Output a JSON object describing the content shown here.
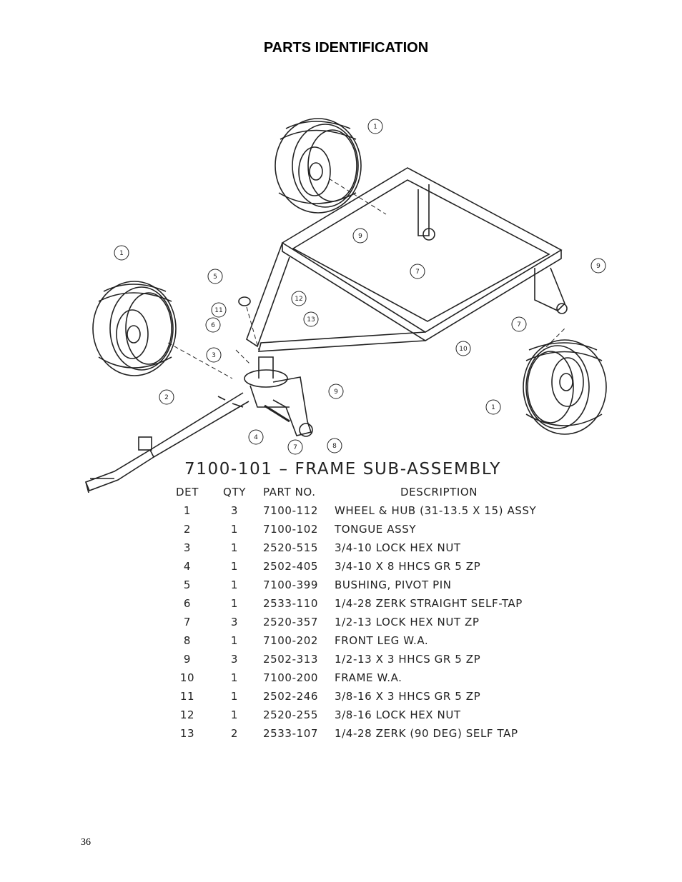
{
  "page_title": "PARTS IDENTIFICATION",
  "assembly_title": "7100-101 – FRAME SUB-ASSEMBLY",
  "table": {
    "headers": {
      "det": "DET",
      "qty": "QTY",
      "part": "PART NO.",
      "desc": "DESCRIPTION"
    },
    "rows": [
      {
        "det": "1",
        "qty": "3",
        "part": "7100-112",
        "desc": "WHEEL & HUB (31-13.5 X 15) ASSY"
      },
      {
        "det": "2",
        "qty": "1",
        "part": "7100-102",
        "desc": "TONGUE ASSY"
      },
      {
        "det": "3",
        "qty": "1",
        "part": "2520-515",
        "desc": "3/4-10 LOCK HEX NUT"
      },
      {
        "det": "4",
        "qty": "1",
        "part": "2502-405",
        "desc": "3/4-10 X 8 HHCS GR 5 ZP"
      },
      {
        "det": "5",
        "qty": "1",
        "part": "7100-399",
        "desc": "BUSHING, PIVOT PIN"
      },
      {
        "det": "6",
        "qty": "1",
        "part": "2533-110",
        "desc": "1/4-28 ZERK STRAIGHT SELF-TAP"
      },
      {
        "det": "7",
        "qty": "3",
        "part": "2520-357",
        "desc": "1/2-13 LOCK HEX NUT ZP"
      },
      {
        "det": "8",
        "qty": "1",
        "part": "7100-202",
        "desc": "FRONT LEG W.A."
      },
      {
        "det": "9",
        "qty": "3",
        "part": "2502-313",
        "desc": "1/2-13 X 3 HHCS GR 5 ZP"
      },
      {
        "det": "10",
        "qty": "1",
        "part": "7100-200",
        "desc": "FRAME W.A."
      },
      {
        "det": "11",
        "qty": "1",
        "part": "2502-246",
        "desc": "3/8-16 X 3 HHCS GR 5 ZP"
      },
      {
        "det": "12",
        "qty": "1",
        "part": "2520-255",
        "desc": "3/8-16 LOCK HEX NUT"
      },
      {
        "det": "13",
        "qty": "2",
        "part": "2533-107",
        "desc": "1/4-28 ZERK (90 DEG) SELF TAP"
      }
    ]
  },
  "callouts": [
    "1",
    "1",
    "1",
    "2",
    "3",
    "4",
    "5",
    "6",
    "7",
    "7",
    "7",
    "8",
    "9",
    "9",
    "9",
    "10",
    "11",
    "12",
    "13"
  ],
  "page_number": "36"
}
